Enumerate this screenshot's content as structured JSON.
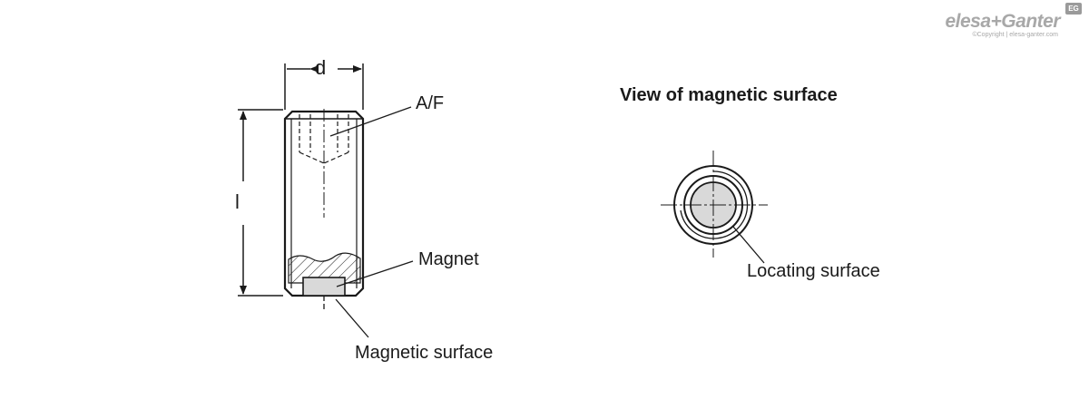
{
  "logo": {
    "brand": "elesa+Ganter",
    "copyright": "©Copyright | elesa-ganter.com",
    "badge": "EG"
  },
  "side_view": {
    "dimension_diameter": "d",
    "dimension_length": "l",
    "callout_af": "A/F",
    "callout_magnet": "Magnet",
    "callout_magnetic_surface": "Magnetic surface"
  },
  "end_view": {
    "title": "View of magnetic surface",
    "callout_locating_surface": "Locating surface"
  },
  "colors": {
    "line": "#1a1a1a",
    "magnet_fill": "#d9d9d9",
    "logo_gray": "#a8a8a8"
  }
}
